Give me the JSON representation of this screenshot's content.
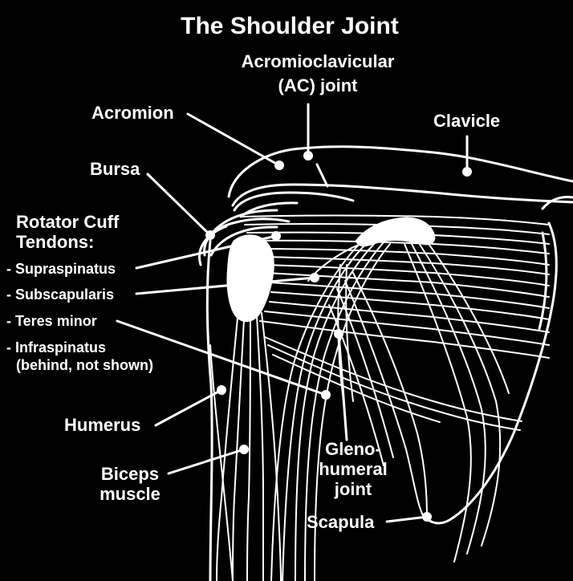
{
  "title": "The Shoulder Joint",
  "labels": {
    "ac_joint_line1": "Acromioclavicular",
    "ac_joint_line2": "(AC) joint",
    "acromion": "Acromion",
    "clavicle": "Clavicle",
    "bursa": "Bursa",
    "rotator_cuff_line1": "Rotator Cuff",
    "rotator_cuff_line2": "Tendons:",
    "supraspinatus": "- Supraspinatus",
    "subscapularis": "- Subscapularis",
    "teres_minor": "- Teres minor",
    "infraspinatus_line1": "- Infraspinatus",
    "infraspinatus_line2": "(behind, not shown)",
    "humerus": "Humerus",
    "biceps_line1": "Biceps",
    "biceps_line2": "muscle",
    "glenohumeral_line1": "Gleno-",
    "glenohumeral_line2": "humeral",
    "glenohumeral_line3": "joint",
    "scapula": "Scapula"
  },
  "colors": {
    "background": "#000000",
    "foreground": "#ffffff"
  }
}
